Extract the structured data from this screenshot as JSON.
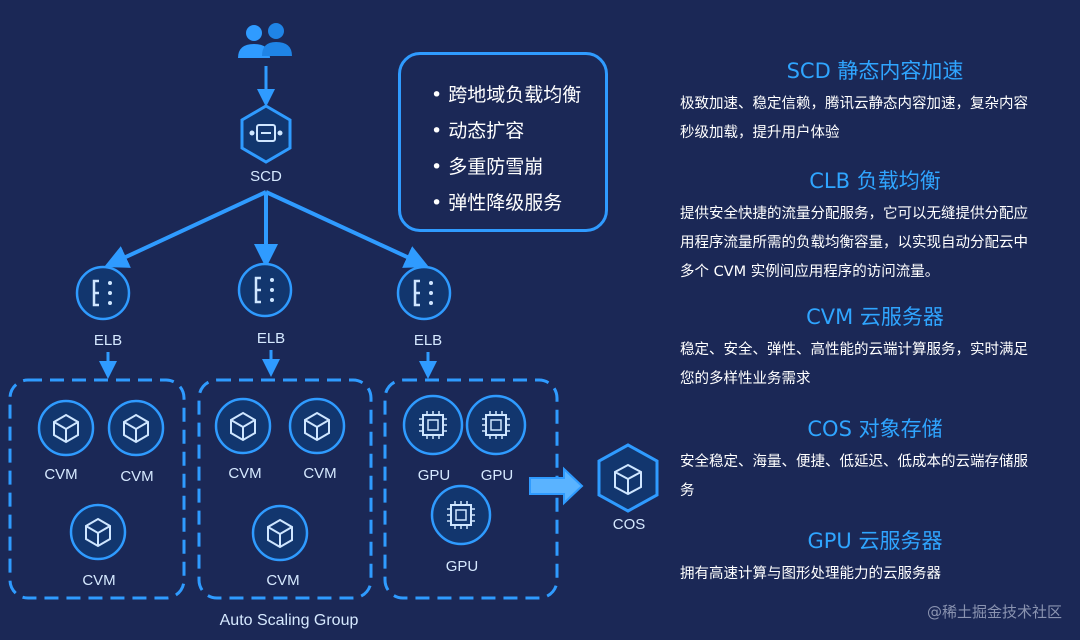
{
  "diagram": {
    "scd_label": "SCD",
    "elb_labels": [
      "ELB",
      "ELB",
      "ELB"
    ],
    "group1_labels": [
      "CVM",
      "CVM",
      "CVM"
    ],
    "group2_labels": [
      "CVM",
      "CVM",
      "CVM"
    ],
    "group3_labels": [
      "GPU",
      "GPU",
      "GPU"
    ],
    "cos_label": "COS",
    "auto_scaling_label": "Auto Scaling Group"
  },
  "features": [
    "跨地域负载均衡",
    "动态扩容",
    "多重防雪崩",
    "弹性降级服务"
  ],
  "sections": [
    {
      "title": "SCD 静态内容加速",
      "lines": [
        "极致加速、稳定信赖，腾讯云静态内容加速，复杂内容",
        "秒级加载，提升用户体验"
      ]
    },
    {
      "title": "CLB 负载均衡",
      "lines": [
        "提供安全快捷的流量分配服务，它可以无缝提供分配应",
        "用程序流量所需的负载均衡容量，以实现自动分配云中",
        "多个 CVM 实例间应用程序的访问流量。"
      ]
    },
    {
      "title": "CVM 云服务器",
      "lines": [
        "稳定、安全、弹性、高性能的云端计算服务，实时满足",
        "您的多样性业务需求"
      ]
    },
    {
      "title": "COS 对象存储",
      "lines": [
        "安全稳定、海量、便捷、低延迟、低成本的云端存储服",
        "务"
      ]
    },
    {
      "title": "GPU 云服务器",
      "lines": [
        "拥有高速计算与图形处理能力的云服务器"
      ]
    }
  ],
  "watermark": "@稀土掘金技术社区",
  "colors": {
    "background": "#1b2856",
    "accent": "#2f9bff",
    "icon_fill": "#1a4d8f",
    "title_blue": "#2fa5ff"
  }
}
